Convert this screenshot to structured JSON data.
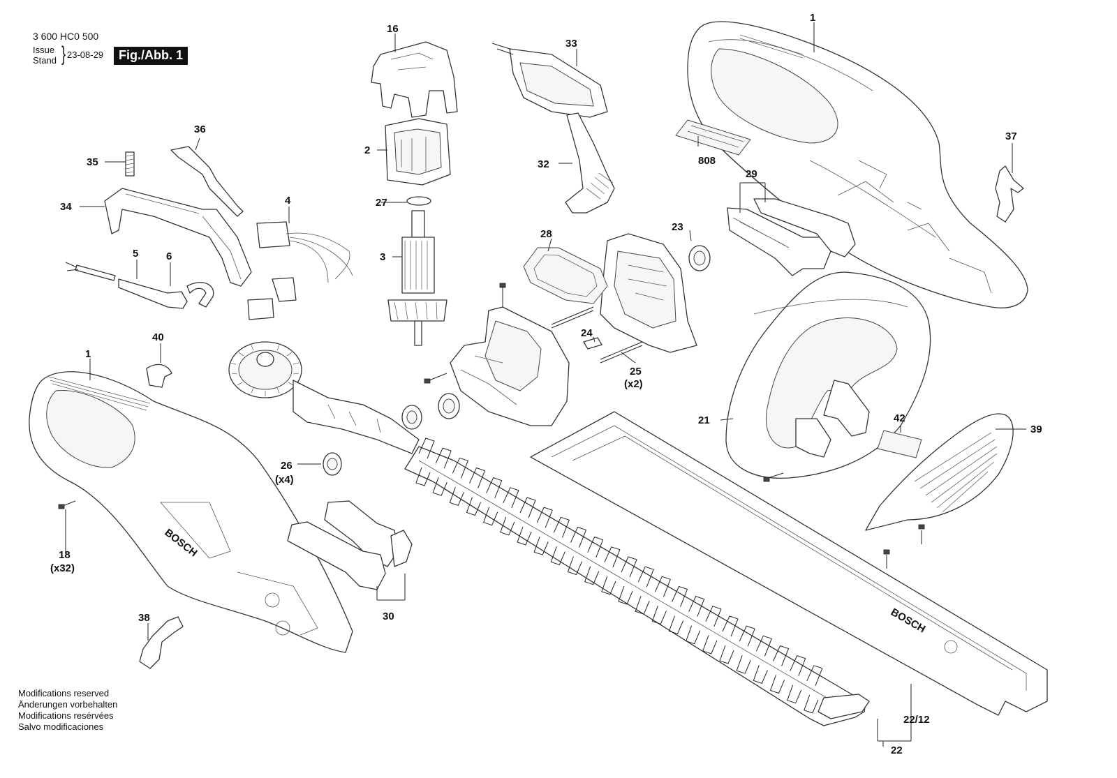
{
  "header": {
    "document_number": "3 600 HC0 500",
    "issue_label_en": "Issue",
    "issue_label_de": "Stand",
    "issue_date": "23-08-29",
    "figure_label": "Fig./Abb. 1"
  },
  "footer": {
    "notes": [
      "Modifications reserved",
      "Änderungen vorbehalten",
      "Modifications resérvées",
      "Salvo modificaciones"
    ]
  },
  "brand_text": "BOSCH",
  "callouts": {
    "c1a": "1",
    "c1b": "1",
    "c2": "2",
    "c3": "3",
    "c4": "4",
    "c5": "5",
    "c6": "6",
    "c16": "16",
    "c18": "18",
    "c18q": "(x32)",
    "c21": "21",
    "c22": "22",
    "c22_12": "22/12",
    "c23": "23",
    "c24": "24",
    "c25": "25",
    "c25q": "(x2)",
    "c26": "26",
    "c26q": "(x4)",
    "c27": "27",
    "c28": "28",
    "c29": "29",
    "c30": "30",
    "c32": "32",
    "c33": "33",
    "c34": "34",
    "c35": "35",
    "c36": "36",
    "c37": "37",
    "c38": "38",
    "c39": "39",
    "c40": "40",
    "c42": "42",
    "c808": "808"
  }
}
